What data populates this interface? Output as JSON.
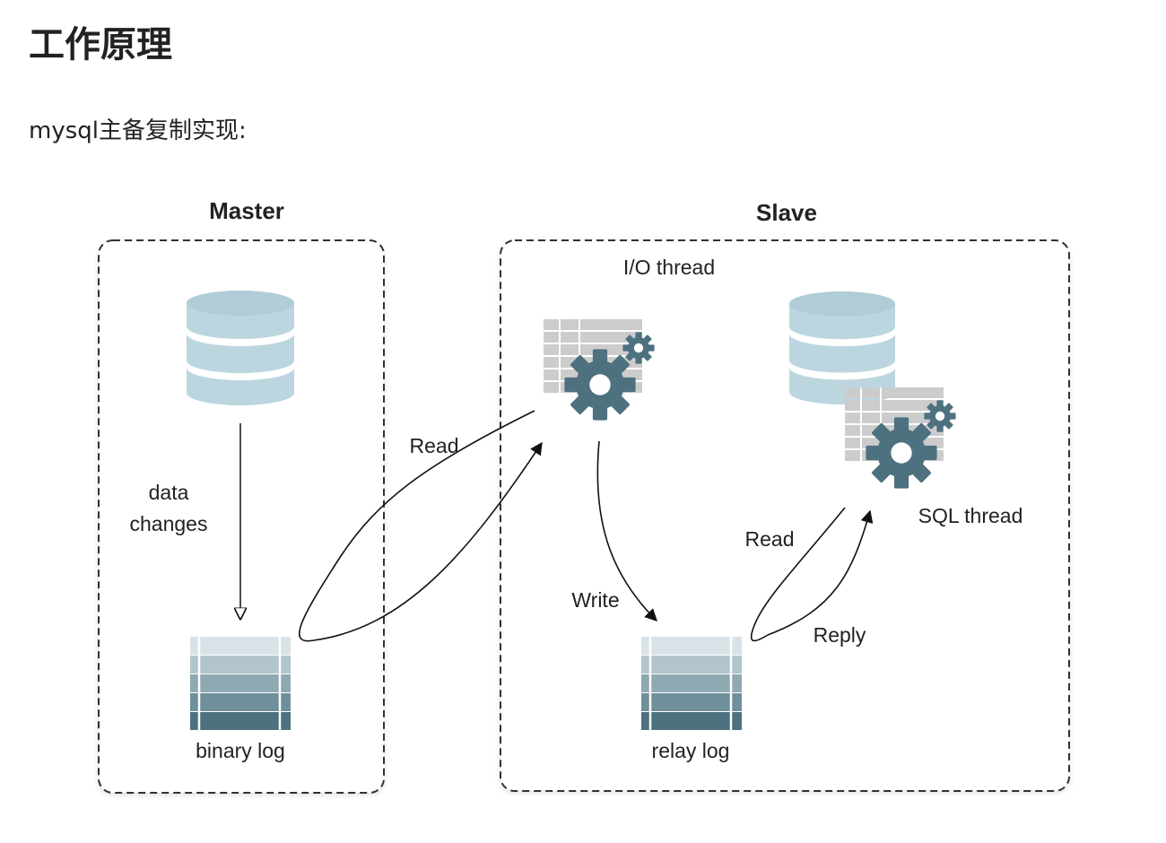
{
  "heading": "工作原理",
  "intro": "mysql主备复制实现:",
  "diagram": {
    "master": {
      "title": "Master",
      "change_label_line1": "data",
      "change_label_line2": "changes",
      "log_label": "binary log"
    },
    "slave": {
      "title": "Slave",
      "io_thread_label": "I/O thread",
      "sql_thread_label": "SQL thread",
      "log_label": "relay log",
      "write_label": "Write",
      "read_label": "Read",
      "reply_label": "Reply"
    },
    "cross_read_label": "Read"
  },
  "colors": {
    "db_light": "#bcd6df",
    "gear": "#4e7180",
    "table_gray": "#cccccc",
    "log_rows": [
      "#d9e2e7",
      "#b2c4cc",
      "#8fa9b3",
      "#6f8f9b",
      "#4e7180"
    ]
  },
  "icons": {
    "database": "database-cylinder-icon",
    "gear_table": "table-gear-icon",
    "log": "log-table-icon"
  }
}
